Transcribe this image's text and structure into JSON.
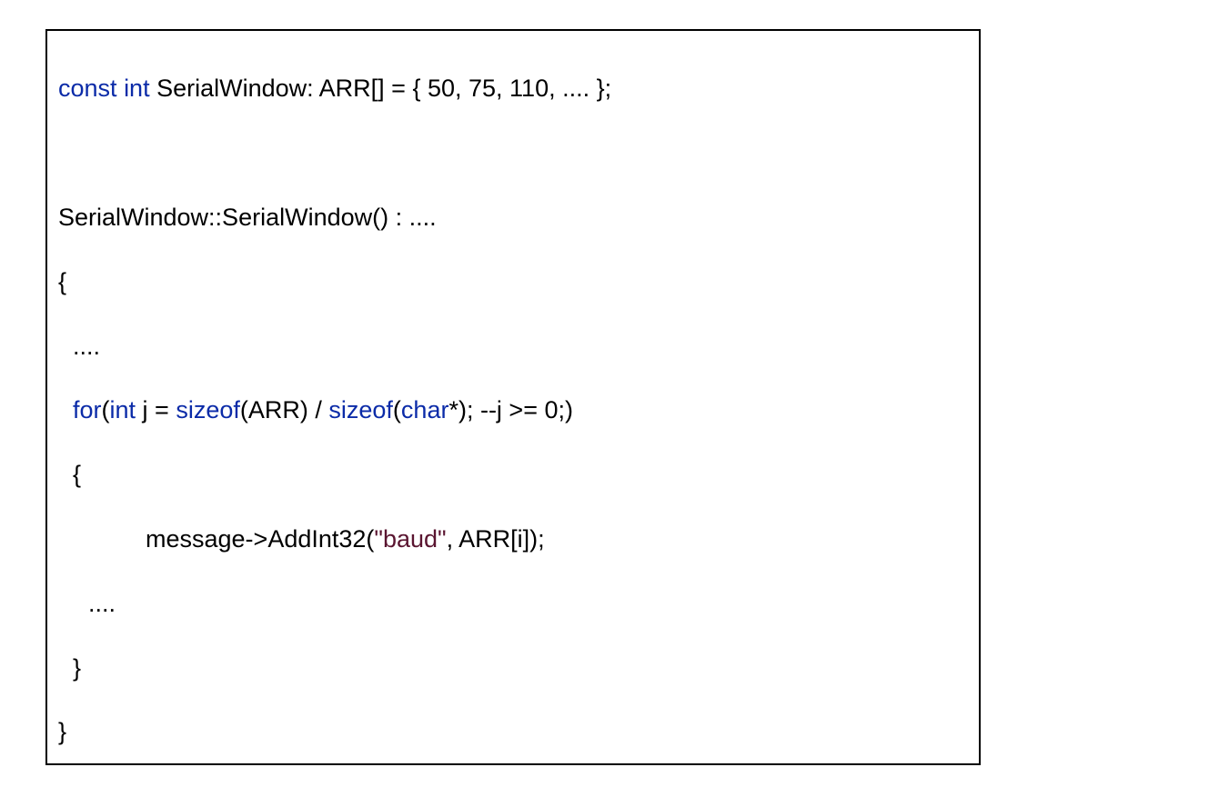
{
  "colors": {
    "keyword": "#0b2ba8",
    "string": "#5a1530",
    "text": "#000000",
    "border": "#000000"
  },
  "code": {
    "line1": {
      "kw1": "const",
      "sp1": " ",
      "kw2": "int",
      "rest": " SerialWindow: ARR[] = { 50, 75, 110, .... };"
    },
    "line2": {
      "text": "SerialWindow::SerialWindow() : ...."
    },
    "line3": {
      "text": "{"
    },
    "line4": {
      "text": "...."
    },
    "line5": {
      "kw_for": "for",
      "p1": "(",
      "kw_int": "int",
      "p2": " j = ",
      "kw_sizeof1": "sizeof",
      "p3": "(ARR) / ",
      "kw_sizeof2": "sizeof",
      "p4": "(",
      "kw_char": "char",
      "p5": "*); --j >= 0;)"
    },
    "line6": {
      "text": "{"
    },
    "line7": {
      "p1": "message->AddInt32(",
      "str": "\"baud\"",
      "p2": ", ARR[i]);"
    },
    "line8": {
      "text": "...."
    },
    "line9": {
      "text": "}"
    },
    "line10": {
      "text": "}"
    }
  }
}
